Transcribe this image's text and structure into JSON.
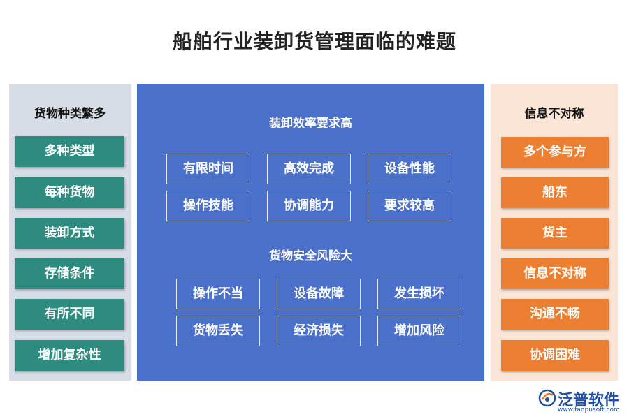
{
  "title": "船舶行业装卸货管理面临的难题",
  "left": {
    "heading": "货物种类繁多",
    "items": [
      "多种类型",
      "每种货物",
      "装卸方式",
      "存储条件",
      "有所不同",
      "增加复杂性"
    ]
  },
  "center": {
    "section1": {
      "heading": "装卸效率要求高",
      "items": [
        "有限时间",
        "高效完成",
        "设备性能",
        "操作技能",
        "协调能力",
        "要求较高"
      ]
    },
    "section2": {
      "heading": "货物安全风险大",
      "items": [
        "操作不当",
        "设备故障",
        "发生损坏",
        "货物丢失",
        "经济损失",
        "增加风险"
      ]
    }
  },
  "right": {
    "heading": "信息不对称",
    "items": [
      "多个参与方",
      "船东",
      "货主",
      "信息不对称",
      "沟通不畅",
      "协调困难"
    ]
  },
  "logo": {
    "name": "泛普软件",
    "url": "www.fanpusoft.com"
  },
  "colors": {
    "left_button": "#2e8b80",
    "right_button": "#ec7f31",
    "center_panel": "#4a70c9",
    "left_panel": "#d7dde6",
    "right_panel": "#fbe5d6"
  }
}
